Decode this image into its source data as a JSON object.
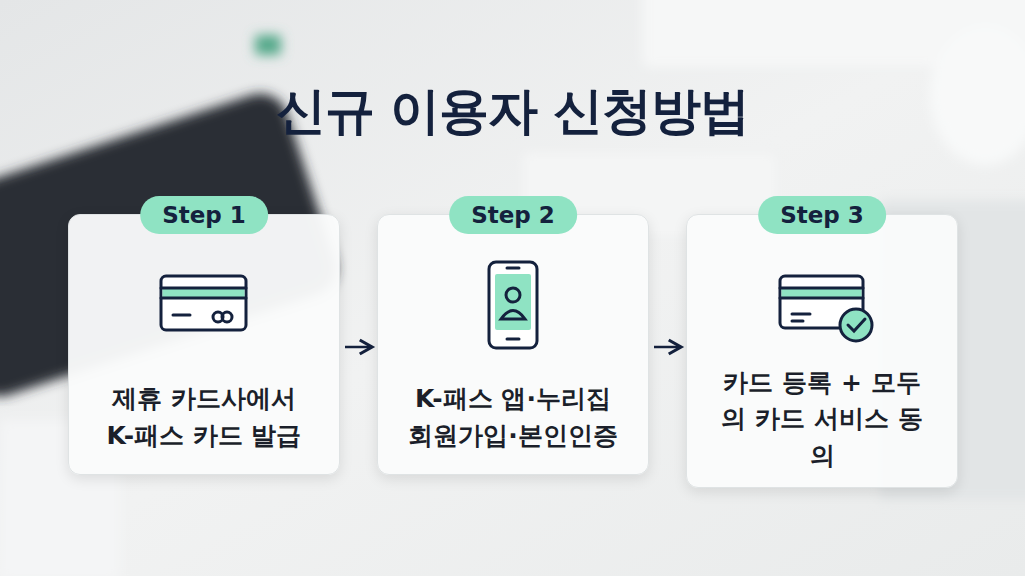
{
  "diagram": {
    "title": "신규 이용자 신청방법",
    "nodes": [
      {
        "text": [
          "Step 1",
          "제휴 카드사에서 K-패스 카드 발급"
        ]
      },
      {
        "text": [
          "Step 2",
          "K-패스 앱·누리집 회원가입·본인인증"
        ]
      },
      {
        "text": [
          "Step 3",
          "카드 등록 + 모두의 카드 서비스 동의"
        ]
      }
    ],
    "edges": [
      {
        "from": 0,
        "to": 1,
        "arrow": "to"
      },
      {
        "from": 1,
        "to": 2,
        "arrow": "to"
      }
    ]
  }
}
